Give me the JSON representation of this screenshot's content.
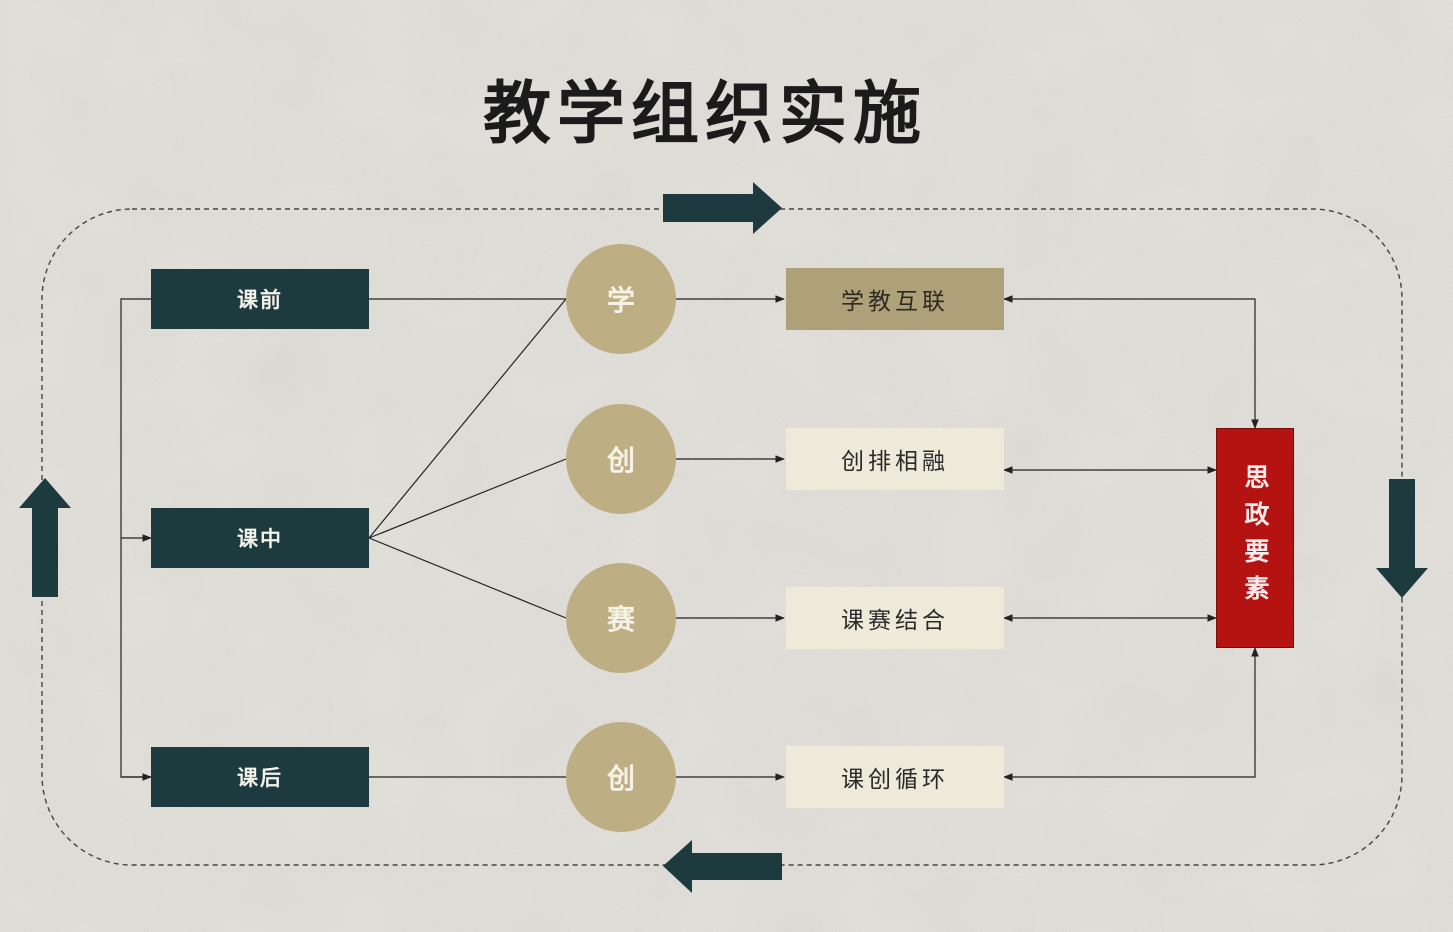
{
  "title": "教学组织实施",
  "stages": [
    {
      "label": "课前"
    },
    {
      "label": "课中"
    },
    {
      "label": "课后"
    }
  ],
  "circles": [
    {
      "label": "学"
    },
    {
      "label": "创"
    },
    {
      "label": "赛"
    },
    {
      "label": "创"
    }
  ],
  "outcomes": [
    {
      "label": "学教互联"
    },
    {
      "label": "创排相融"
    },
    {
      "label": "课赛结合"
    },
    {
      "label": "课创循环"
    }
  ],
  "core": {
    "label": "思政要素"
  },
  "colors": {
    "stage_fill": "#1d3b3f",
    "circle_fill": "#bdae84",
    "outcome_fill": "#eeead9",
    "outcome_highlight_fill": "#aea17a",
    "core_fill": "#b51212",
    "arrow_fill": "#1d3b3f",
    "line": "#222222"
  }
}
